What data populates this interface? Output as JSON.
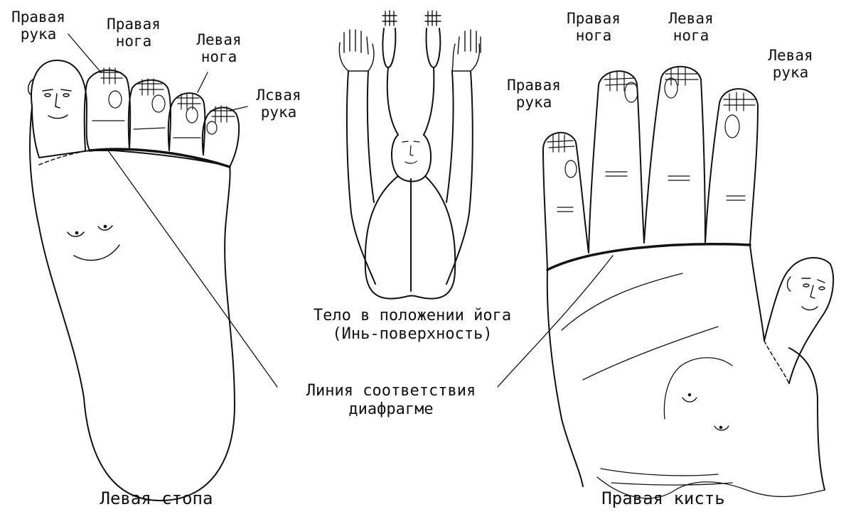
{
  "figure": {
    "left_foot": {
      "toe_labels": {
        "right_arm": "Правая\nрука",
        "right_leg": "Правая\nнога",
        "left_leg": "Левая\nнога",
        "left_arm": "Лсвая\nрука"
      },
      "caption": "Левая стопа"
    },
    "yoga_body": {
      "caption_line1": "Тело в положении йога",
      "caption_line2": "(Инь-поверхность)"
    },
    "right_hand": {
      "finger_labels": {
        "right_arm": "Правая\nрука",
        "right_leg": "Правая\nнога",
        "left_leg": "Левая\nнога",
        "left_arm": "Левая\nрука"
      },
      "caption": "Правая кисть"
    },
    "diaphragm_line_label": {
      "line1": "Линия соответствия",
      "line2": "диафрагме"
    }
  }
}
